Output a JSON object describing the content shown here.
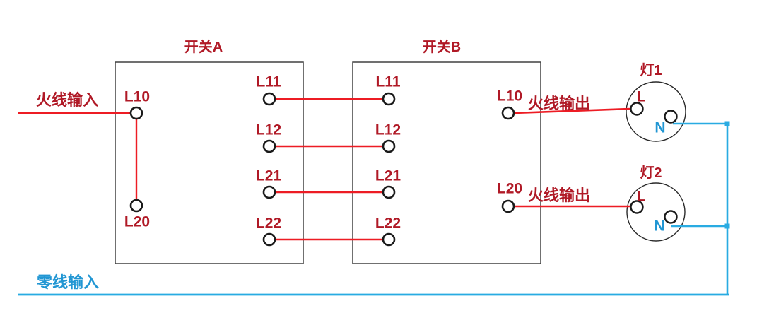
{
  "diagram_type": "two-switch two-lamp wiring diagram",
  "colors": {
    "live_wire": "#ed1c24",
    "neutral_wire": "#29abe2",
    "label_red": "#b01926",
    "label_blue": "#2196d3",
    "box_border": "#404040",
    "terminal_stroke": "#1a1a1a",
    "lamp_outline": "#2b2b2b"
  },
  "switch_a": {
    "title": "开关A",
    "t_l10": "L10",
    "t_l20": "L20",
    "t_l11": "L11",
    "t_l12": "L12",
    "t_l21": "L21",
    "t_l22": "L22"
  },
  "switch_b": {
    "title": "开关B",
    "t_l11": "L11",
    "t_l12": "L12",
    "t_l21": "L21",
    "t_l22": "L22",
    "t_l10": "L10",
    "t_l20": "L20"
  },
  "lamp1": {
    "title": "灯1",
    "l": "L",
    "n": "N"
  },
  "lamp2": {
    "title": "灯2",
    "l": "L",
    "n": "N"
  },
  "wire_labels": {
    "live_input": "火线输入",
    "live_output_1": "火线输出",
    "live_output_2": "火线输出",
    "neutral_input": "零线输入"
  },
  "connections": [
    {
      "from": "live-input",
      "to": "switch-a:L10",
      "wire": "live"
    },
    {
      "from": "switch-a:L10",
      "to": "switch-a:L20",
      "wire": "live"
    },
    {
      "from": "switch-a:L11",
      "to": "switch-b:L11",
      "wire": "live"
    },
    {
      "from": "switch-a:L12",
      "to": "switch-b:L12",
      "wire": "live"
    },
    {
      "from": "switch-a:L21",
      "to": "switch-b:L21",
      "wire": "live"
    },
    {
      "from": "switch-a:L22",
      "to": "switch-b:L22",
      "wire": "live"
    },
    {
      "from": "switch-b:L10",
      "to": "lamp1:L",
      "wire": "live"
    },
    {
      "from": "switch-b:L20",
      "to": "lamp2:L",
      "wire": "live"
    },
    {
      "from": "lamp1:N",
      "to": "neutral-bus",
      "wire": "neutral"
    },
    {
      "from": "lamp2:N",
      "to": "neutral-bus",
      "wire": "neutral"
    },
    {
      "from": "neutral-input",
      "to": "neutral-bus",
      "wire": "neutral"
    }
  ]
}
